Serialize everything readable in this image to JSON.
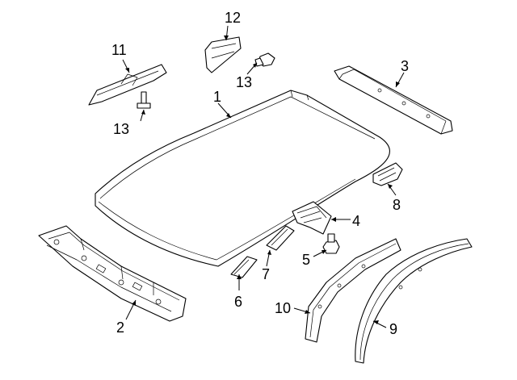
{
  "diagram": {
    "callouts": [
      {
        "id": "1",
        "label": "1"
      },
      {
        "id": "2",
        "label": "2"
      },
      {
        "id": "3",
        "label": "3"
      },
      {
        "id": "4",
        "label": "4"
      },
      {
        "id": "5",
        "label": "5"
      },
      {
        "id": "6",
        "label": "6"
      },
      {
        "id": "7",
        "label": "7"
      },
      {
        "id": "8",
        "label": "8"
      },
      {
        "id": "9",
        "label": "9"
      },
      {
        "id": "10",
        "label": "10"
      },
      {
        "id": "11",
        "label": "11"
      },
      {
        "id": "12",
        "label": "12"
      },
      {
        "id": "13a",
        "label": "13"
      },
      {
        "id": "13b",
        "label": "13"
      }
    ]
  }
}
